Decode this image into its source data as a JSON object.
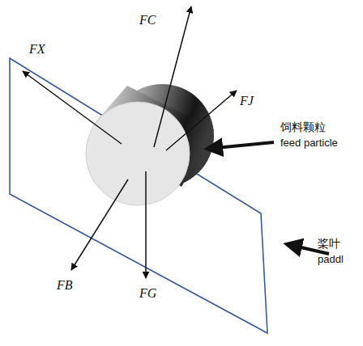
{
  "diagram": {
    "labels": [
      "FC",
      "FX",
      "FJ",
      "饲料颗粒",
      "feed particle",
      "桨叶",
      "paddl",
      "FB",
      "FG"
    ]
  }
}
